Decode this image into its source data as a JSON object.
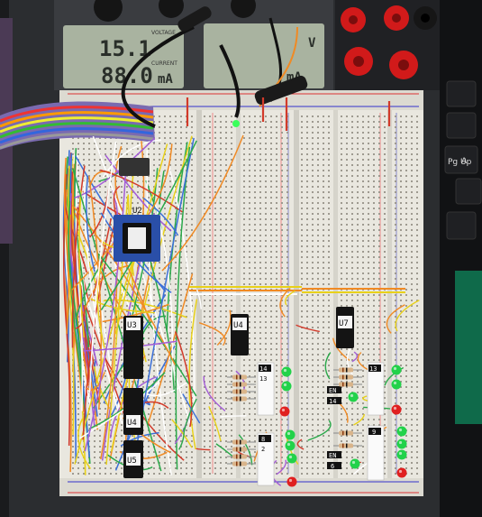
{
  "power_supply": {
    "voltage_reading": "15.1",
    "current_reading": "88.0",
    "current_unit": "mA",
    "voltage_label": "VOLTAGE",
    "current_label": "CURRENT",
    "readout_right_v": "V",
    "readout_right_a": "mA"
  },
  "chips": {
    "u2": "U2",
    "u3": "U3",
    "u4_left": "U4",
    "u5": "U5",
    "u4_mid": "U4",
    "u7": "U7"
  },
  "pin_labels": {
    "m1": "14",
    "m2": "13",
    "m3": "8",
    "m4": "2",
    "r1": "13",
    "r2": "EN",
    "r3": "14",
    "r4": "9",
    "r5": "EN",
    "r6": "6"
  },
  "keyboard": {
    "k1": "Pg Up",
    "k2": "A"
  },
  "colors": {
    "breadboard": "#e9e7df",
    "wire_orange": "#f08a24",
    "wire_yellow": "#e8d11a",
    "wire_blue": "#3a6fd8",
    "wire_red": "#d23a2a",
    "led_green": "#22d24a",
    "led_red": "#e02020",
    "binding_red": "#d11a1a"
  }
}
